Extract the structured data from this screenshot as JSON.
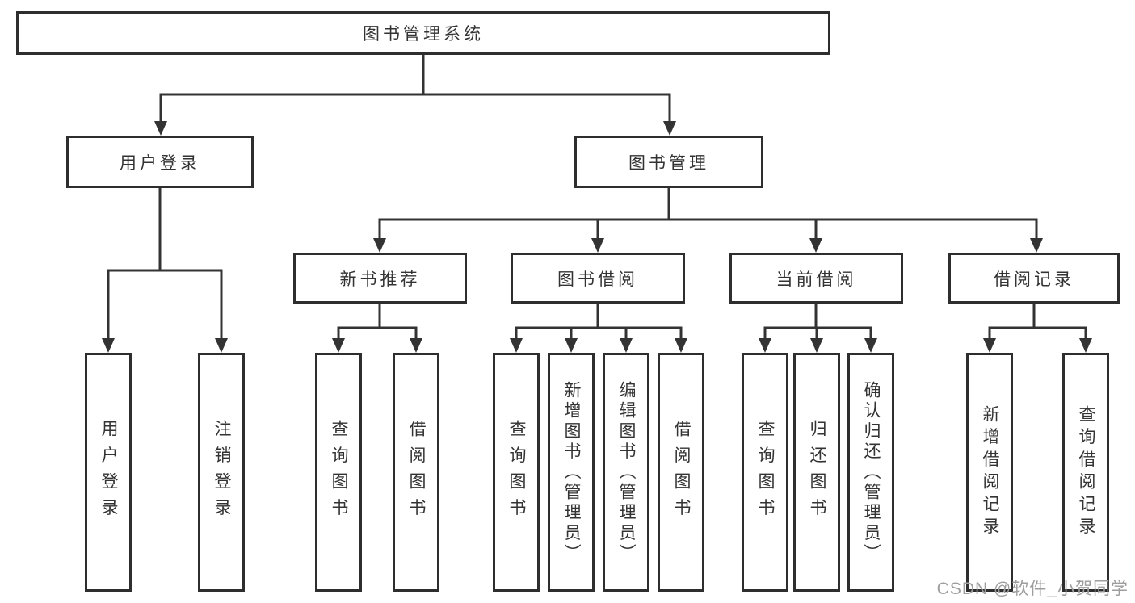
{
  "diagram_type": "tree",
  "tree": {
    "root": {
      "label": "图书管理系统"
    },
    "level2": [
      {
        "label": "用户登录"
      },
      {
        "label": "图书管理"
      }
    ],
    "level3": [
      {
        "label": "新书推荐"
      },
      {
        "label": "图书借阅"
      },
      {
        "label": "当前借阅"
      },
      {
        "label": "借阅记录"
      }
    ],
    "leaves": {
      "user_login": [
        "用户登录",
        "注销登录"
      ],
      "new_book": [
        "查询图书",
        "借阅图书"
      ],
      "book_borrow": [
        "查询图书",
        "新增图书（管理员）",
        "编辑图书（管理员）",
        "借阅图书"
      ],
      "current_borrow": [
        "查询图书",
        "归还图书",
        "确认归还（管理员）"
      ],
      "borrow_record": [
        "新增借阅记录",
        "查询借阅记录"
      ]
    }
  },
  "colors": {
    "line": "#333333",
    "box_border": "#2e2e2e",
    "box_fill": "#ffffff",
    "text": "#333333",
    "watermark": "#9e9e9e",
    "background": "#ffffff"
  },
  "watermark": "CSDN @软件_小贺同学"
}
